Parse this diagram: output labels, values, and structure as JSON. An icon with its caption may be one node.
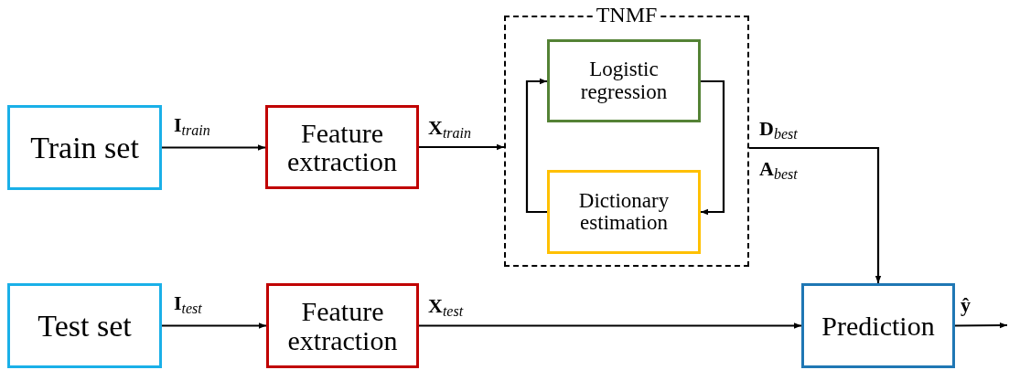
{
  "diagram": {
    "nodes": [
      {
        "text": [
          "Train set"
        ]
      },
      {
        "text": [
          "Feature extraction"
        ]
      },
      {
        "text": [
          "TNMF"
        ]
      },
      {
        "text": [
          "Logistic regression"
        ],
        "in": 2
      },
      {
        "text": [
          "Dictionary estimation"
        ],
        "in": 2
      },
      {
        "text": [
          "Test set"
        ]
      },
      {
        "text": [
          "Feature extraction"
        ]
      },
      {
        "text": [
          "Prediction"
        ]
      }
    ],
    "edges": [
      {
        "from": 0,
        "to": 1,
        "arrow": "to",
        "label": "**I**$_{train}$"
      },
      {
        "from": 1,
        "to": 2,
        "arrow": "to",
        "label": "**X**$_{train}$"
      },
      {
        "from": 4,
        "to": 3,
        "arrow": "to"
      },
      {
        "from": 3,
        "to": 4,
        "arrow": "to"
      },
      {
        "from": 2,
        "to": 7,
        "arrow": "to",
        "label": "**D**$_{best}$"
      },
      {
        "from": 5,
        "to": 6,
        "arrow": "to",
        "label": "**I**$_{test}$"
      },
      {
        "from": 6,
        "to": 7,
        "arrow": "to",
        "label": "**X**$_{test}$"
      },
      {
        "from": 7,
        "to": null,
        "arrow": "to",
        "label": "**ŷ**"
      }
    ],
    "labels": [
      "**A**$_{best}$"
    ]
  }
}
